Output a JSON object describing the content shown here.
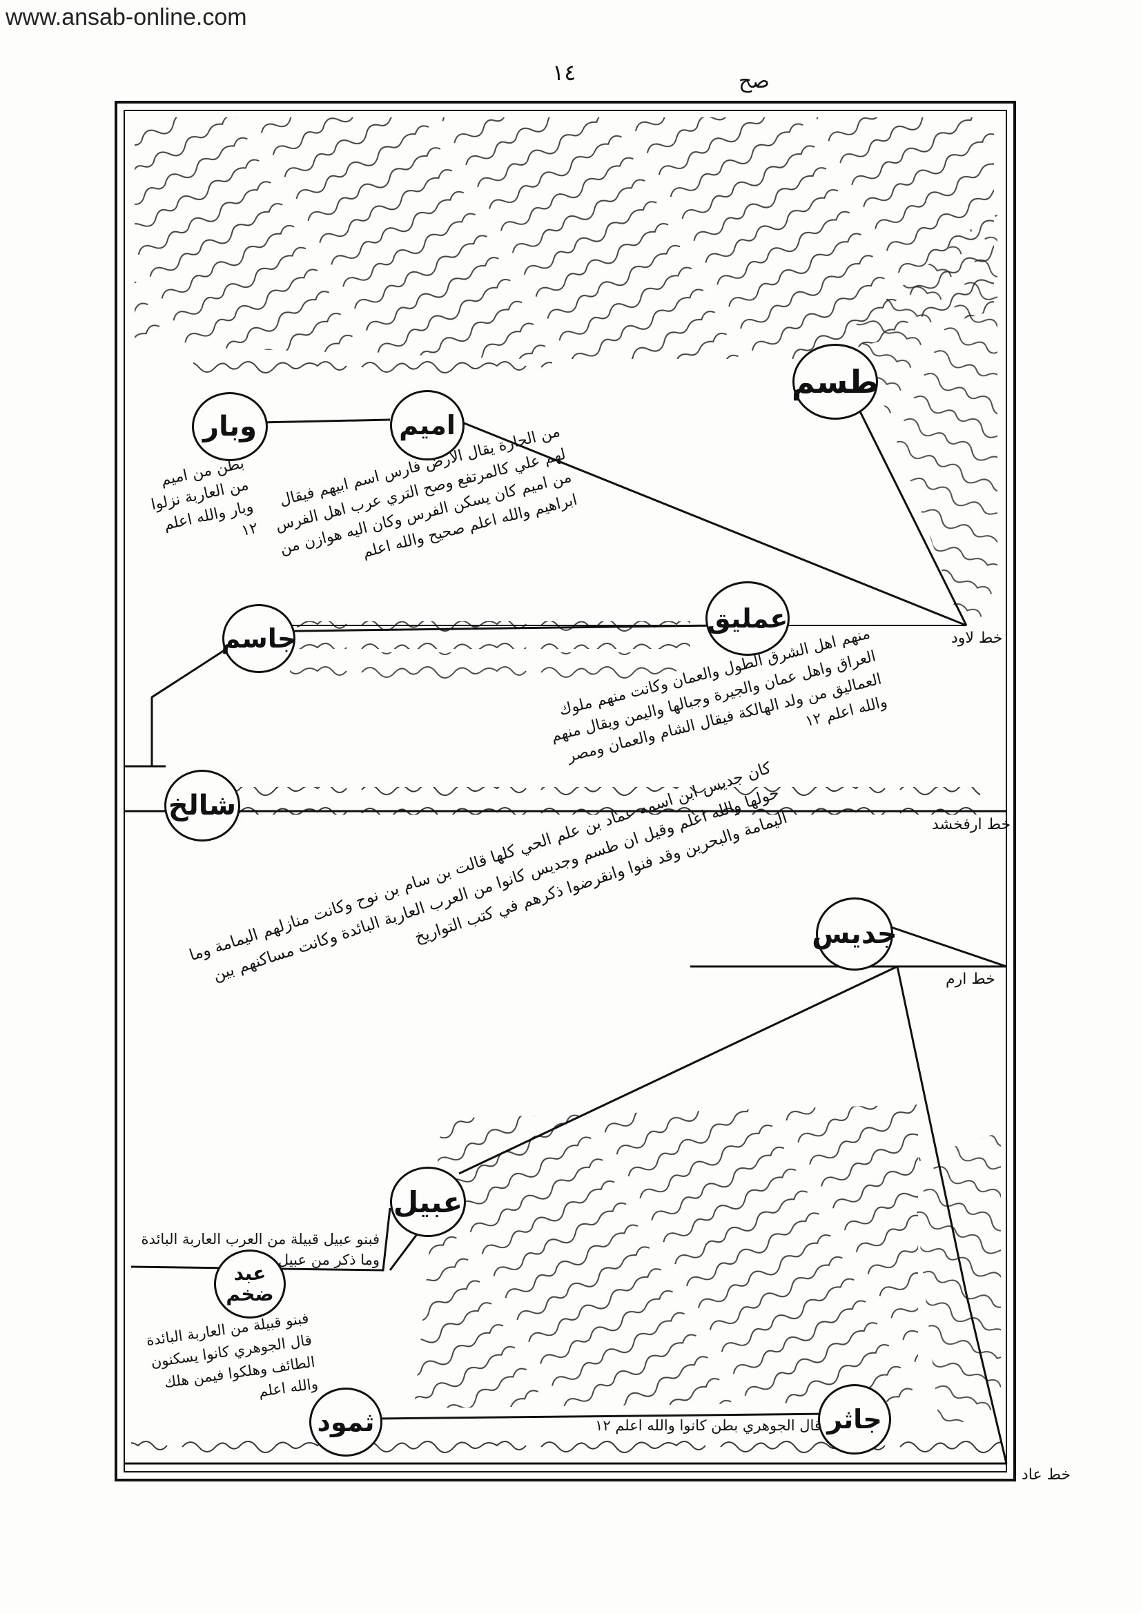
{
  "watermark": "www.ansab-online.com",
  "page_number": "١٤",
  "corner_mark": "صح",
  "nodes": {
    "tasm": "طسم",
    "wabar": "وبار",
    "umaym": "اميم",
    "imliq": "عمليق",
    "jasim": "جاسم",
    "shalikh": "شالخ",
    "jadis": "جديس",
    "abil": "عبيل",
    "abd_dakhm": "عبد ضخم",
    "thamud": "ثمود",
    "jathir": "جاثر"
  },
  "line_labels": {
    "lawud": "خط لاود",
    "arfakhshad": "خط ارفخشد",
    "iram": "خط ارم",
    "ad": "خط عاد"
  },
  "texts": {
    "wabar_note": "بطن من اميم من العاربة نزلوا وبار والله اعلم ١٢",
    "umaym_note": "من الجارة يقال الارض فارس اسم ابيهم فيقال لهم علي كالمرتفع وصح التري عرب اهل الفرس من اميم كان يسكن الفرس وكان اليه هوازن من ابراهيم والله اعلم صحيح والله اعلم",
    "imliq_note": "منهم اهل الشرق الطول والعمان وكانت منهم ملوك العراق واهل عمان والجيرة وجبالها واليمن ويقال منهم العماليق من ولد الهالكة فيقال الشام والعمان ومصر والله اعلم ١٢",
    "jadis_note": "كان جديس ابن اسمه عماد بن علم الحي كلها قالت بن سام بن نوح وكانت منازلهم اليمامة وما حولها والله اعلم وقيل ان طسم وجديس كانوا من العرب العاربة البائدة وكانت مساكنهم بين اليمامة والبحرين وقد فنوا وانقرضوا ذكرهم في كتب التواريخ",
    "abil_note": "فبنو عبيل قبيلة من العرب العاربة البائدة وما ذكر من عبيل",
    "abd_dakhm_note": "فبنو قبيلة من العاربة البائدة قال الجوهري كانوا يسكنون الطائف وهلكوا فيمن هلك والله اعلم",
    "jathir_note": "قال الجوهري بطن كانوا والله اعلم ١٢"
  }
}
